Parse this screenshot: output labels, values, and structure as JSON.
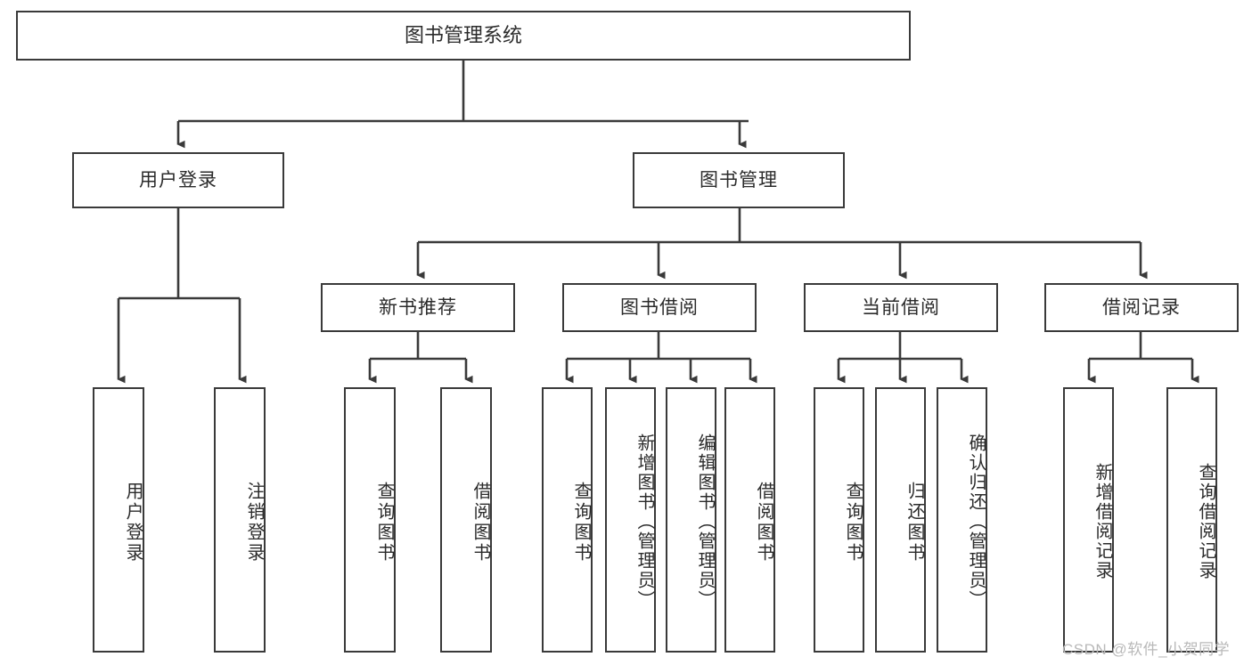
{
  "diagram": {
    "title": "图书管理系统",
    "type": "tree",
    "root": {
      "id": "root",
      "label": "图书管理系统",
      "orientation": "horizontal"
    },
    "level2": [
      {
        "id": "user-login",
        "label": "用户登录",
        "orientation": "horizontal"
      },
      {
        "id": "book-management",
        "label": "图书管理",
        "orientation": "horizontal"
      }
    ],
    "level3": [
      {
        "id": "new-book-recommend",
        "label": "新书推荐",
        "parent": "book-management",
        "orientation": "horizontal"
      },
      {
        "id": "book-borrow",
        "label": "图书借阅",
        "parent": "book-management",
        "orientation": "horizontal"
      },
      {
        "id": "current-borrow",
        "label": "当前借阅",
        "parent": "book-management",
        "orientation": "horizontal"
      },
      {
        "id": "borrow-record",
        "label": "借阅记录",
        "parent": "book-management",
        "orientation": "horizontal"
      }
    ],
    "leaves": [
      {
        "id": "leaf-user-login",
        "label": "用户登录",
        "parent": "user-login",
        "orientation": "vertical"
      },
      {
        "id": "leaf-user-logout",
        "label": "注销登录",
        "parent": "user-login",
        "orientation": "vertical"
      },
      {
        "id": "leaf-query-book-rec",
        "label": "查询图书",
        "parent": "new-book-recommend",
        "orientation": "vertical"
      },
      {
        "id": "leaf-borrow-book-rec",
        "label": "借阅图书",
        "parent": "new-book-recommend",
        "orientation": "vertical"
      },
      {
        "id": "leaf-query-book-borrow",
        "label": "查询图书",
        "parent": "book-borrow",
        "orientation": "vertical"
      },
      {
        "id": "leaf-add-book",
        "label": "新增图书（管理员）",
        "parent": "book-borrow",
        "orientation": "vertical"
      },
      {
        "id": "leaf-edit-book",
        "label": "编辑图书（管理员）",
        "parent": "book-borrow",
        "orientation": "vertical"
      },
      {
        "id": "leaf-borrow-book",
        "label": "借阅图书",
        "parent": "book-borrow",
        "orientation": "vertical"
      },
      {
        "id": "leaf-query-book-current",
        "label": "查询图书",
        "parent": "current-borrow",
        "orientation": "vertical"
      },
      {
        "id": "leaf-return-book",
        "label": "归还图书",
        "parent": "current-borrow",
        "orientation": "vertical"
      },
      {
        "id": "leaf-confirm-return",
        "label": "确认归还（管理员）",
        "parent": "current-borrow",
        "orientation": "vertical"
      },
      {
        "id": "leaf-add-record",
        "label": "新增借阅记录",
        "parent": "borrow-record",
        "orientation": "vertical"
      },
      {
        "id": "leaf-query-record",
        "label": "查询借阅记录",
        "parent": "borrow-record",
        "orientation": "vertical"
      }
    ],
    "colors": {
      "stroke": "#3a3a3a",
      "text": "#2b2b2b",
      "background": "#ffffff",
      "watermark": "#b9b9b9"
    }
  },
  "watermark": {
    "text": "CSDN @软件_小贺同学"
  }
}
